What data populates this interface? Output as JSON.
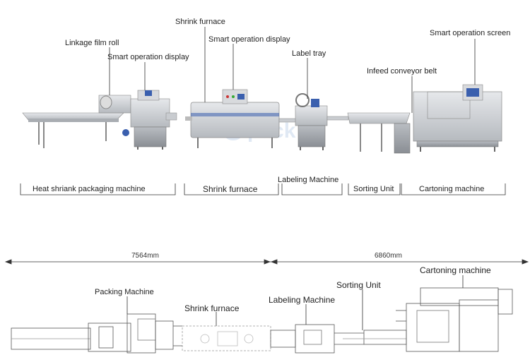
{
  "top_callouts": {
    "linkage_film_roll": "Linkage film roll",
    "smart_display_1": "Smart operation display",
    "shrink_furnace": "Shrink furnace",
    "smart_display_2": "Smart operation display",
    "label_tray": "Label tray",
    "infeed_conveyor": "Infeed conveyor belt",
    "smart_screen": "Smart operation screen"
  },
  "sections": {
    "heat_shrink": "Heat shriank packaging machine",
    "shrink_furnace": "Shrink furnace",
    "labeling": "Labeling Machine",
    "sorting": "Sorting Unit",
    "cartoning": "Cartoning machine"
  },
  "dimensions": {
    "left": "7564mm",
    "right": "6860mm"
  },
  "plan_labels": {
    "packing": "Packing Machine",
    "shrink": "Shrink furnace",
    "labeling": "Labeling Machine",
    "sorting": "Sorting Unit",
    "cartoning": "Cartoning machine"
  },
  "colors": {
    "machine_steel": "#c9ccd0",
    "machine_dark": "#8a8e94",
    "machine_accent": "#3a5fae",
    "line": "#333333",
    "plan_line": "#555555"
  }
}
